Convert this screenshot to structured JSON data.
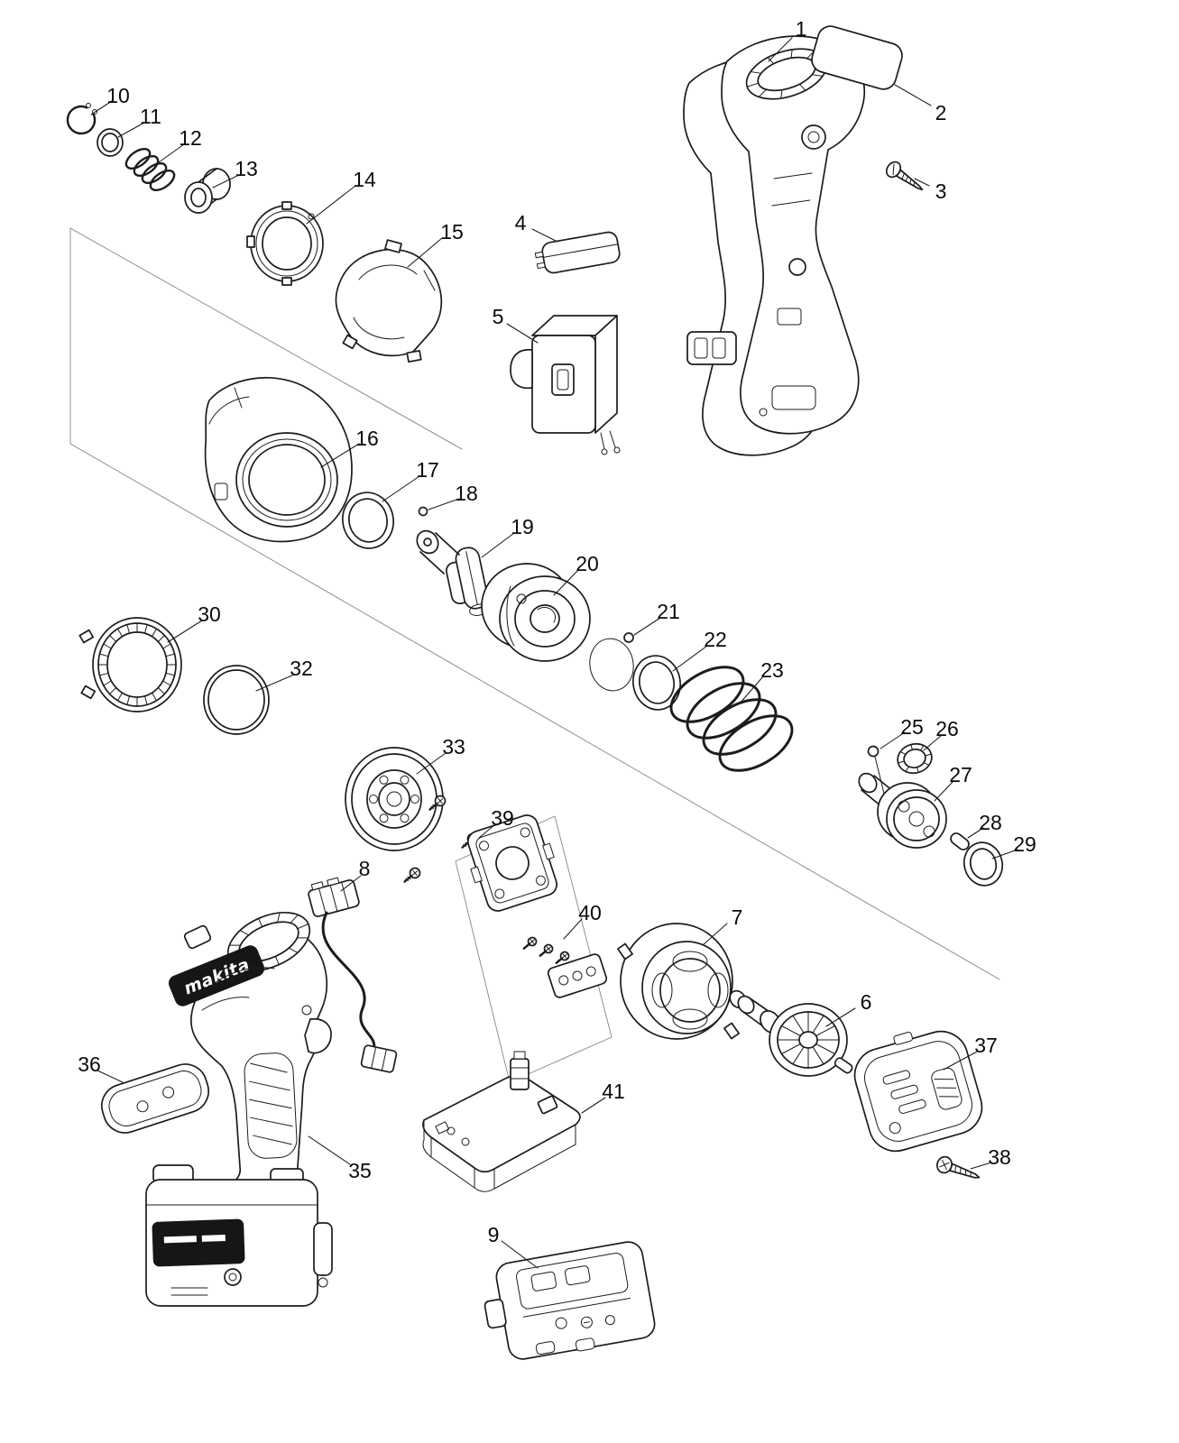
{
  "diagram": {
    "brand": {
      "logo_text": "makita"
    },
    "labels": {
      "p1": "1",
      "p2": "2",
      "p3": "3",
      "p4": "4",
      "p5": "5",
      "p6": "6",
      "p7": "7",
      "p8": "8",
      "p9": "9",
      "p10": "10",
      "p11": "11",
      "p12": "12",
      "p13": "13",
      "p14": "14",
      "p15": "15",
      "p16": "16",
      "p17": "17",
      "p18": "18",
      "p19": "19",
      "p20": "20",
      "p21": "21",
      "p22": "22",
      "p23": "23",
      "p25": "25",
      "p26": "26",
      "p27": "27",
      "p28": "28",
      "p29": "29",
      "p30": "30",
      "p32": "32",
      "p33": "33",
      "p35": "35",
      "p36": "36",
      "p37": "37",
      "p38": "38",
      "p39": "39",
      "p40": "40",
      "p41": "41"
    }
  }
}
